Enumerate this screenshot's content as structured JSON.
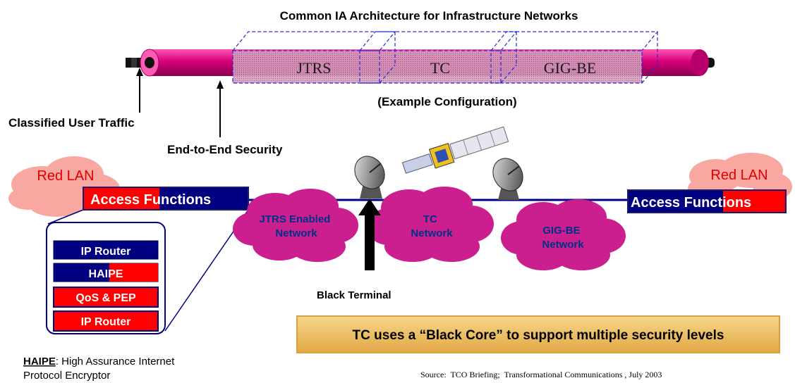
{
  "title": "Common IA Architecture for Infrastructure Networks",
  "pipe": {
    "segments": [
      "JTRS",
      "TC",
      "GIG-BE"
    ],
    "caption": "(Example Configuration)",
    "labels": {
      "classified": "Classified User Traffic",
      "e2e": "End-to-End Security"
    }
  },
  "network": {
    "red_lan_left": "Red LAN",
    "red_lan_right": "Red LAN",
    "access_left": {
      "part1": "Access ",
      "part2": "Functions"
    },
    "access_right": {
      "part1": "Access Fu",
      "part2": "nctions"
    },
    "clouds": {
      "jtrs": [
        "JTRS Enabled",
        "Network"
      ],
      "tc": [
        "TC",
        "Network"
      ],
      "gig": [
        "GIG-BE",
        "Network"
      ]
    },
    "black_terminal": "Black Terminal"
  },
  "stack": {
    "ip_router_top": "IP Router",
    "haipe": {
      "part1": "HAIP",
      "part2": "E"
    },
    "qos": "QoS & PEP",
    "ip_router_bottom": "IP Router"
  },
  "banner": "TC uses a “Black Core” to support multiple security levels",
  "footnote": {
    "term": "HAIPE",
    "rest": ": High Assurance Internet",
    "line2": "Protocol Encryptor"
  },
  "source": "Source:  TCO Briefing;  Transformational Communications , July 2003",
  "colors": {
    "magenta": "#cc0077",
    "cloud": "#cc1f8f",
    "navy": "#000080",
    "red": "#ff0000",
    "pink_cloud": "#f8a8a0",
    "banner": "#f0c070"
  }
}
